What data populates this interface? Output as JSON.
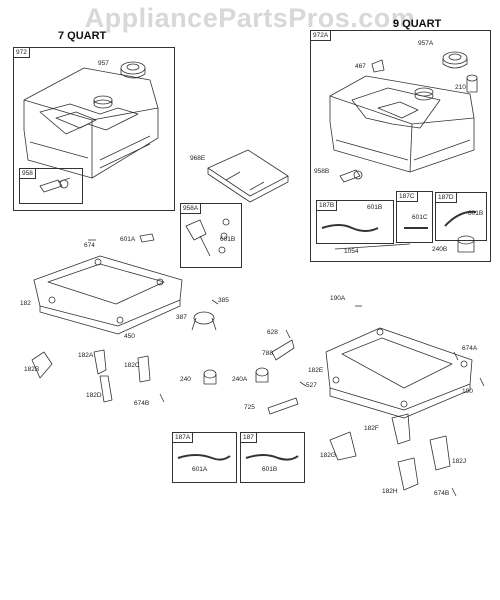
{
  "watermark": "AppliancePartsPros.com",
  "titles": {
    "left": "7 QUART",
    "right": "9 QUART"
  },
  "boxes": {
    "b972": "972",
    "b958": "958",
    "b972A": "972A",
    "b958A": "958A",
    "b187B": "187B",
    "b187C": "187C",
    "b187D": "187D",
    "b187A": "187A",
    "b187": "187"
  },
  "labels": {
    "l957": "957",
    "l968E": "968E",
    "l957A": "957A",
    "l467": "467",
    "l210": "210",
    "l958B": "958B",
    "l601B_a": "601B",
    "l601C": "601C",
    "l601B_b": "601B",
    "l1054": "1054",
    "l240B": "240B",
    "l601B_c": "601B",
    "l674": "674",
    "l601A": "601A",
    "l182": "182",
    "l450": "450",
    "l385": "385",
    "l387": "387",
    "l190A": "190A",
    "l628": "628",
    "l788": "788",
    "l674A": "674A",
    "l182E": "182E",
    "l190": "190",
    "l182A": "182A",
    "l182B": "182B",
    "l182C": "182C",
    "l182D": "182D",
    "l674B": "674B",
    "l240": "240",
    "l240A": "240A",
    "l527": "527",
    "l725": "725",
    "l182F": "182F",
    "l182G": "182G",
    "l182J": "182J",
    "l182H": "182H",
    "l674B_b": "674B",
    "l601A_b": "601A",
    "l601B_d": "601B"
  }
}
